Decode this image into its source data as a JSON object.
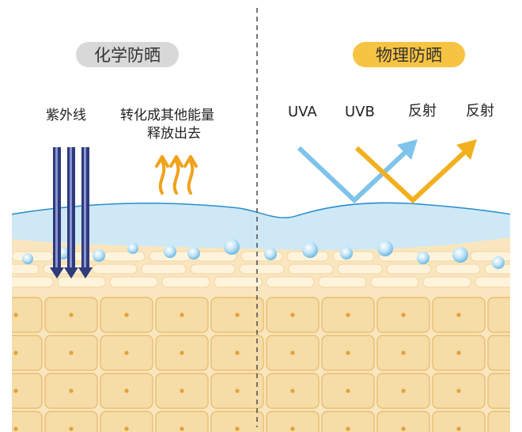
{
  "left_panel": {
    "title": "化学防晒",
    "uv_label": "紫外线",
    "convert_label_line1": "转化成其他能量",
    "convert_label_line2": "释放出去"
  },
  "right_panel": {
    "title": "物理防晒",
    "uva_label": "UVA",
    "uvb_label": "UVB",
    "reflect_label_1": "反射",
    "reflect_label_2": "反射"
  },
  "colors": {
    "left_pill": "#d8d8d8",
    "right_pill": "#f7c342",
    "uv_arrow": "#2e3a7a",
    "heat_arrow": "#f0a21b",
    "uva_arrow": "#7ec3ea",
    "uvb_arrow": "#f2b01e",
    "sunscreen_layer": "#cbe9f8",
    "sunscreen_line": "#2d8fd0",
    "skin_cell": "#f6dca6",
    "skin_bg": "#f9e6bf"
  }
}
